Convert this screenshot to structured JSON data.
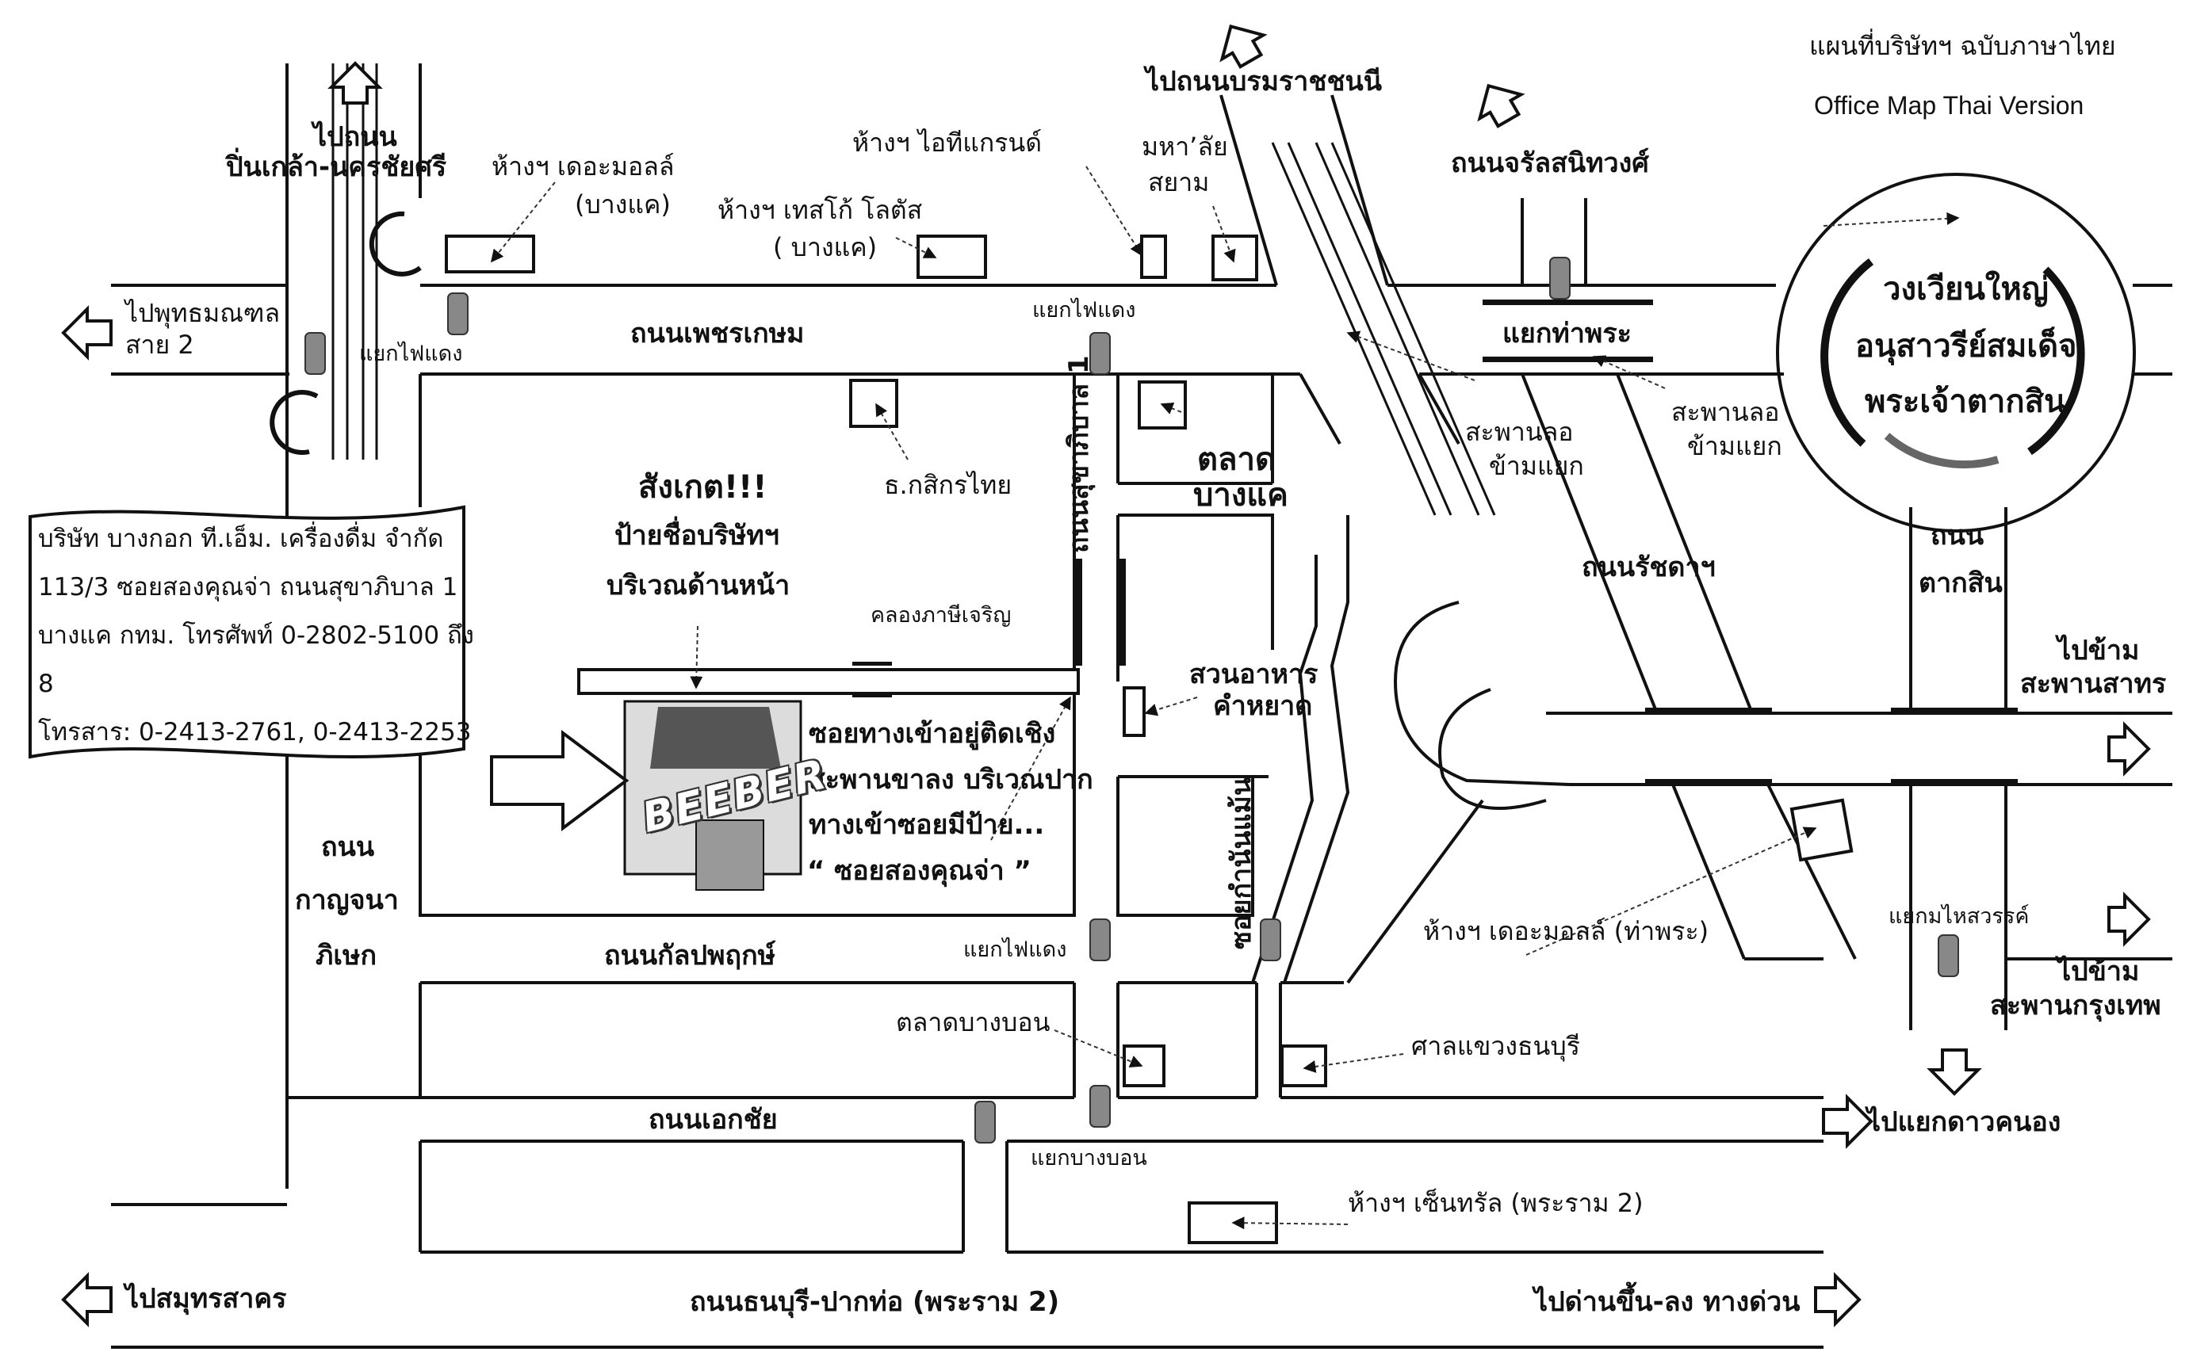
{
  "header": {
    "title_th": "แผนที่บริษัทฯ ฉบับภาษาไทย",
    "title_en": "Office Map Thai Version"
  },
  "company": {
    "name": "บริษัท บางกอก ที.เอ็ม. เครื่องดื่ม จำกัด",
    "address": "113/3 ซอยสองคุณจ่า ถนนสุขาภิบาล 1",
    "district_phone": "บางแค กทม. โทรศัพท์ 0-2802-5100 ถึง 8",
    "fax": "โทรสาร: 0-2413-2761, 0-2413-2253"
  },
  "notice": {
    "title": "สังเกต!!!",
    "line1": "ป้ายชื่อบริษัทฯ",
    "line2": "บริเวณด้านหน้า"
  },
  "soi_note": {
    "line1": "ซอยทางเข้าอยู่ติดเชิง",
    "line2": "สะพานขาลง บริเวณปาก",
    "line3": "ทางเข้าซอยมีป้าย...",
    "line4": "“ ซอยสองคุณจ่า ”"
  },
  "logo_text": "BEEBER",
  "roads": {
    "phetkasem": "ถนนเพชรเกษม",
    "kanlapaphruek": "ถนนกัลปพฤกษ์",
    "ekkachai": "ถนนเอกชัย",
    "thonburi_paktho": "ถนนธนบุรี-ปากท่อ  (พระราม 2)",
    "charan": "ถนนจรัลสนิทวงศ์",
    "ratchada": "ถนนรัชดาฯ",
    "sukhaphiban1": "ถนนสุขาภิบาล 1",
    "kanchana_l1": "ถนน",
    "kanchana_l2": "กาญจนา",
    "kanchana_l3": "ภิเษก",
    "taksin_l1": "ถนน",
    "taksin_l2": "ตากสิน",
    "soi_kamnan": "ซอยกำนันแม้น"
  },
  "directions": {
    "pinklao_l1": "ไปถนน",
    "pinklao_l2": "ปิ่นเกล้า-นครชัยศรี",
    "borommaratchachonnani": "ไปถนนบรมราชชนนี",
    "phutthamonthon_l1": "ไปพุทธมณฑล",
    "phutthamonthon_l2": "สาย 2",
    "sathon_l1": "ไปข้าม",
    "sathon_l2": "สะพานสาทร",
    "krungthep_l1": "ไปข้าม",
    "krungthep_l2": "สะพานกรุงเทพ",
    "dao_khanong": "ไปแยกดาวคนอง",
    "samut_sakhon": "ไปสมุทรสาคร",
    "expressway": "ไปด่านขึ้น-ลง ทางด่วน"
  },
  "landmarks": {
    "mall_bangkhae_l1": "ห้างฯ เดอะมอลล์",
    "mall_bangkhae_l2": "(บางแค)",
    "it_grand": "ห้างฯ ไอทีแกรนด์",
    "tesco_l1": "ห้างฯ เทสโก้ โลตัส",
    "tesco_l2": "( บางแค)",
    "siam_univ_l1": "มหา’ลัย",
    "siam_univ_l2": "สยาม",
    "kasikorn": "ธ.กสิกรไทย",
    "bangkhae_market_l1": "ตลาด",
    "bangkhae_market_l2": "บางแค",
    "canal": "คลองภาษีเจริญ",
    "restaurant_l1": "สวนอาหาร",
    "restaurant_l2": "คำหยาด",
    "bangbon_market": "ตลาดบางบอน",
    "court": "ศาลแขวงธนบุรี",
    "central": "ห้างฯ เซ็นทรัล (พระราม 2)",
    "mall_thaphra": "ห้างฯ เดอะมอลล์ (ท่าพระ)",
    "monument_l1": "วงเวียนใหญ่",
    "monument_l2": "อนุสาวรีย์สมเด็จ",
    "monument_l3": "พระเจ้าตากสิน",
    "flyover1_l1": "สะพานลอ",
    "flyover1_l2": "ข้ามแยก",
    "flyover2_l1": "สะพานลอ",
    "flyover2_l2": "ข้ามแยก"
  },
  "intersections": {
    "light1": "แยกไฟแดง",
    "light2": "แยกไฟแดง",
    "light3": "แยกไฟแดง",
    "tha_phra": "แยกท่าพระ",
    "bangbon": "แยกบางบอน",
    "mahaisawan": "แยกมไหสวรรค์"
  }
}
